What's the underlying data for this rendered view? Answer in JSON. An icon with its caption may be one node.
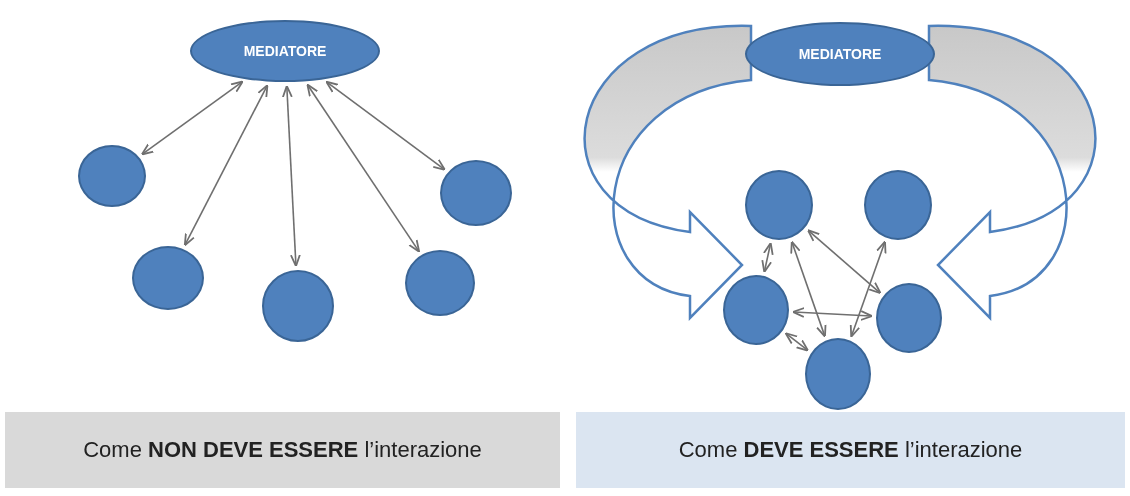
{
  "diagram": {
    "nodes": [
      {
        "text": [
          "MEDIATORE"
        ]
      },
      {
        "text": [],
        "shape": "circle"
      },
      {
        "text": [],
        "shape": "circle"
      },
      {
        "text": [],
        "shape": "circle"
      },
      {
        "text": [],
        "shape": "circle"
      },
      {
        "text": [],
        "shape": "circle"
      },
      {
        "text": [
          "MEDIATORE"
        ]
      },
      {
        "text": [],
        "shape": "circle"
      },
      {
        "text": [],
        "shape": "circle"
      },
      {
        "text": [],
        "shape": "circle"
      },
      {
        "text": [],
        "shape": "circle"
      },
      {
        "text": [],
        "shape": "circle"
      },
      {
        "text": [
          "Come **NON DEVE ESSERE** l’interazione"
        ]
      },
      {
        "text": [
          "Come **DEVE ESSERE** l’interazione"
        ]
      }
    ],
    "edges": [
      {
        "from": 0,
        "to": 1,
        "arrow": "both"
      },
      {
        "from": 0,
        "to": 2,
        "arrow": "both"
      },
      {
        "from": 0,
        "to": 3,
        "arrow": "both"
      },
      {
        "from": 0,
        "to": 4,
        "arrow": "both"
      },
      {
        "from": 0,
        "to": 5,
        "arrow": "both"
      },
      {
        "from": 6,
        "to": null,
        "arrow": "to",
        "style": "thick"
      },
      {
        "from": 6,
        "to": null,
        "arrow": "to",
        "style": "thick"
      },
      {
        "from": 7,
        "to": 9,
        "arrow": "both"
      },
      {
        "from": 7,
        "to": 11,
        "arrow": "both"
      },
      {
        "from": 7,
        "to": 10,
        "arrow": "both"
      },
      {
        "from": 8,
        "to": 11,
        "arrow": "both"
      },
      {
        "from": 9,
        "to": 10,
        "arrow": "both"
      },
      {
        "from": 9,
        "to": 11,
        "arrow": "both"
      }
    ]
  }
}
